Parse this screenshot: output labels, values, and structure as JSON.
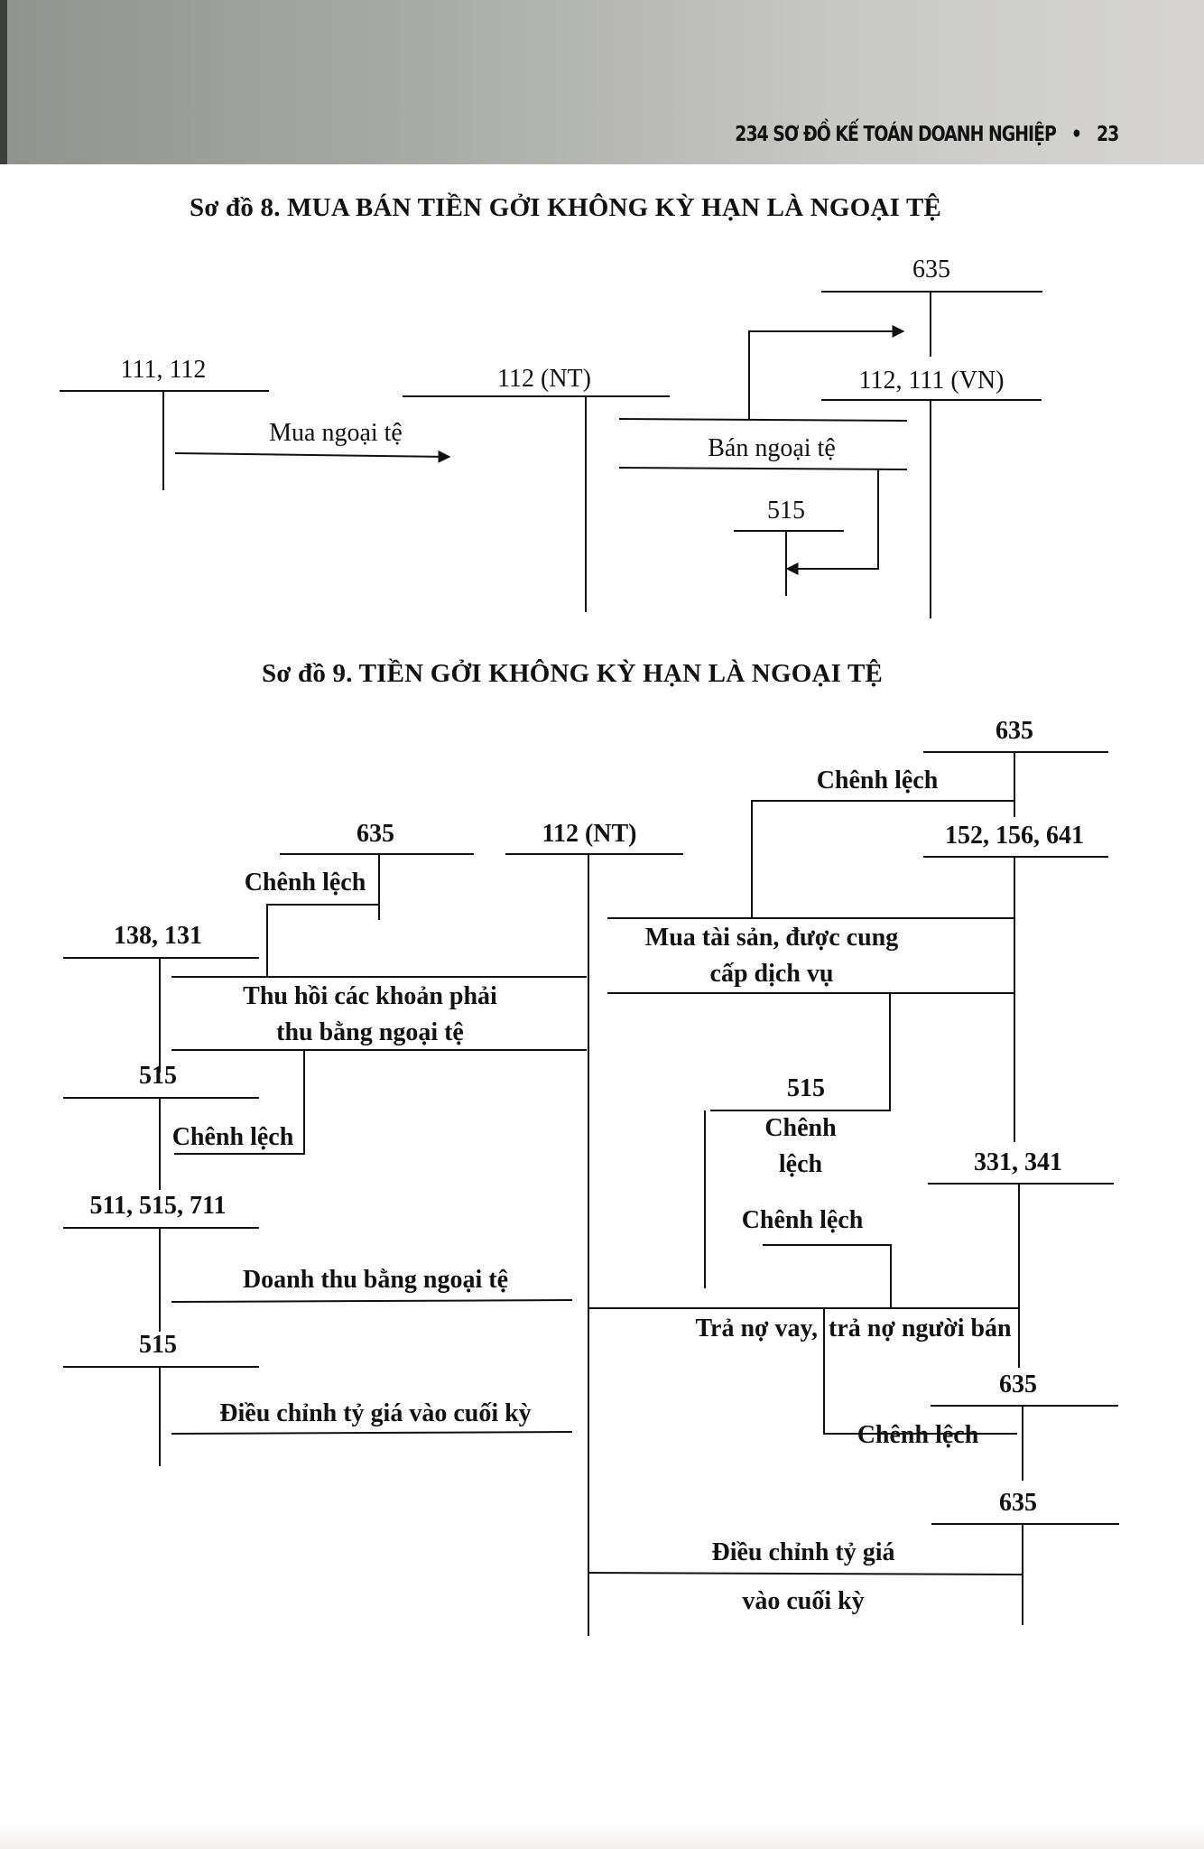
{
  "running_head": {
    "book_title": "234 SƠ ĐỒ KẾ TOÁN DOANH NGHIỆP",
    "separator": "•",
    "page_number": "23"
  },
  "diagram8": {
    "title": "Sơ đồ 8. MUA BÁN TIỀN GỞI KHÔNG KỲ HẠN LÀ NGOẠI TỆ",
    "accounts": {
      "acc_111_112": "111, 112",
      "acc_112_nt": "112 (NT)",
      "acc_635": "635",
      "acc_112_111_vn": "112, 111 (VN)",
      "acc_515": "515"
    },
    "flows": {
      "buy": "Mua ngoại tệ",
      "sell": "Bán ngoại tệ"
    }
  },
  "diagram9": {
    "title": "Sơ đồ 9. TIỀN GỞI KHÔNG KỲ HẠN LÀ NGOẠI TỆ",
    "accounts": {
      "acc_635_left": "635",
      "acc_112_nt": "112 (NT)",
      "acc_138_131": "138, 131",
      "acc_515_a": "515",
      "acc_511_515_711": "511, 515, 711",
      "acc_515_b": "515",
      "acc_635_top": "635",
      "acc_152_156_641": "152, 156, 641",
      "acc_515_right": "515",
      "acc_331_341": "331, 341",
      "acc_635_mid": "635",
      "acc_635_bottom": "635"
    },
    "flows": {
      "diff_635_left": "Chênh lệch",
      "collect_line1": "Thu hồi các khoản phải",
      "collect_line2": "thu bằng ngoại tệ",
      "diff_515_a": "Chênh lệch",
      "revenue": "Doanh thu bằng ngoại tệ",
      "adjust_left": "Điều chỉnh tỷ giá vào cuối kỳ",
      "diff_635_top": "Chênh lệch",
      "purchase_line1": "Mua tài sản, được cung",
      "purchase_line2": "cấp dịch vụ",
      "diff_515_right_line1": "Chênh",
      "diff_515_right_line2": "lệch",
      "diff_515_right_b": "Chênh lệch",
      "repay_part1": "Trả nợ vay,",
      "repay_part2": "trả nợ người bán",
      "diff_635_mid": "Chênh lệch",
      "adjust_right_line1": "Điều chỉnh tỷ giá",
      "adjust_right_line2": "vào cuối kỳ"
    }
  }
}
